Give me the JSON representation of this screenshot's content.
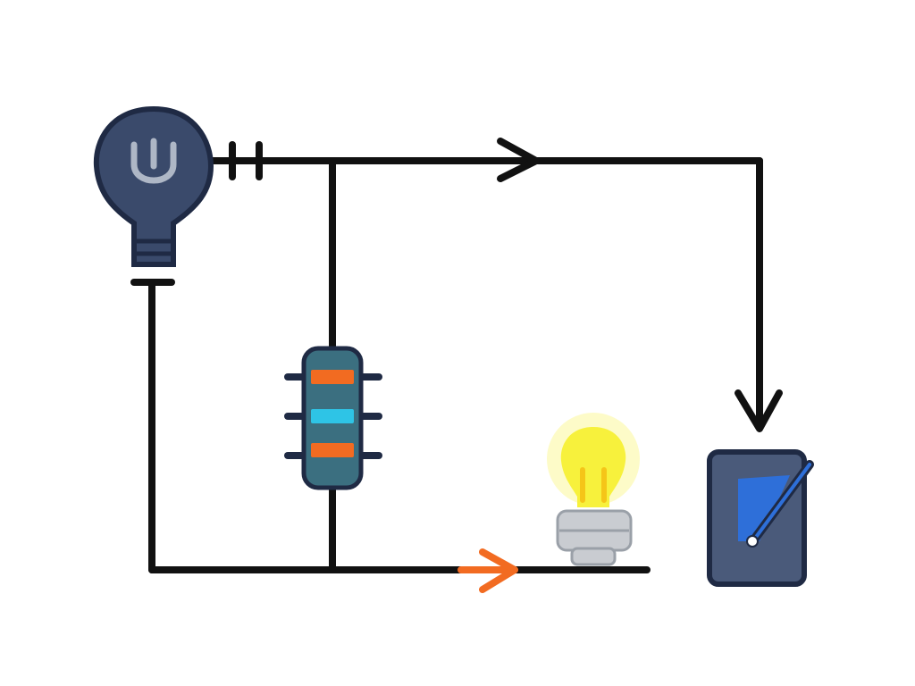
{
  "colors": {
    "wire": "#111111",
    "source_body": "#3a4a6b",
    "source_outline": "#1f2a44",
    "source_symbol": "#aeb7c6",
    "resistor_body": "#3b6f80",
    "resistor_outline": "#1f2a44",
    "resistor_band_primary": "#f26b21",
    "resistor_band_secondary": "#2ec4e6",
    "bulb_glow": "#fdfbc8",
    "bulb_glass": "#f7f13c",
    "bulb_filament": "#f5c518",
    "bulb_base": "#c9ccd1",
    "bulb_base_outline": "#9aa0a8",
    "switch_plate": "#4a5a7a",
    "switch_outline": "#1f2a44",
    "switch_blade": "#2e6fd9",
    "switch_pivot": "#ffffff",
    "current_arrow": "#f26b21"
  },
  "components": {
    "source": {
      "icon": "power-source-icon"
    },
    "capacitor": {
      "icon": "capacitor-icon"
    },
    "resistor": {
      "icon": "resistor-icon"
    },
    "bulb": {
      "icon": "light-bulb-icon"
    },
    "switch": {
      "icon": "toggle-switch-icon"
    }
  },
  "current_flow": [
    {
      "segment": "top-wire",
      "direction": "right"
    },
    {
      "segment": "right-wire",
      "direction": "down"
    },
    {
      "segment": "bottom-wire",
      "direction": "right"
    }
  ]
}
